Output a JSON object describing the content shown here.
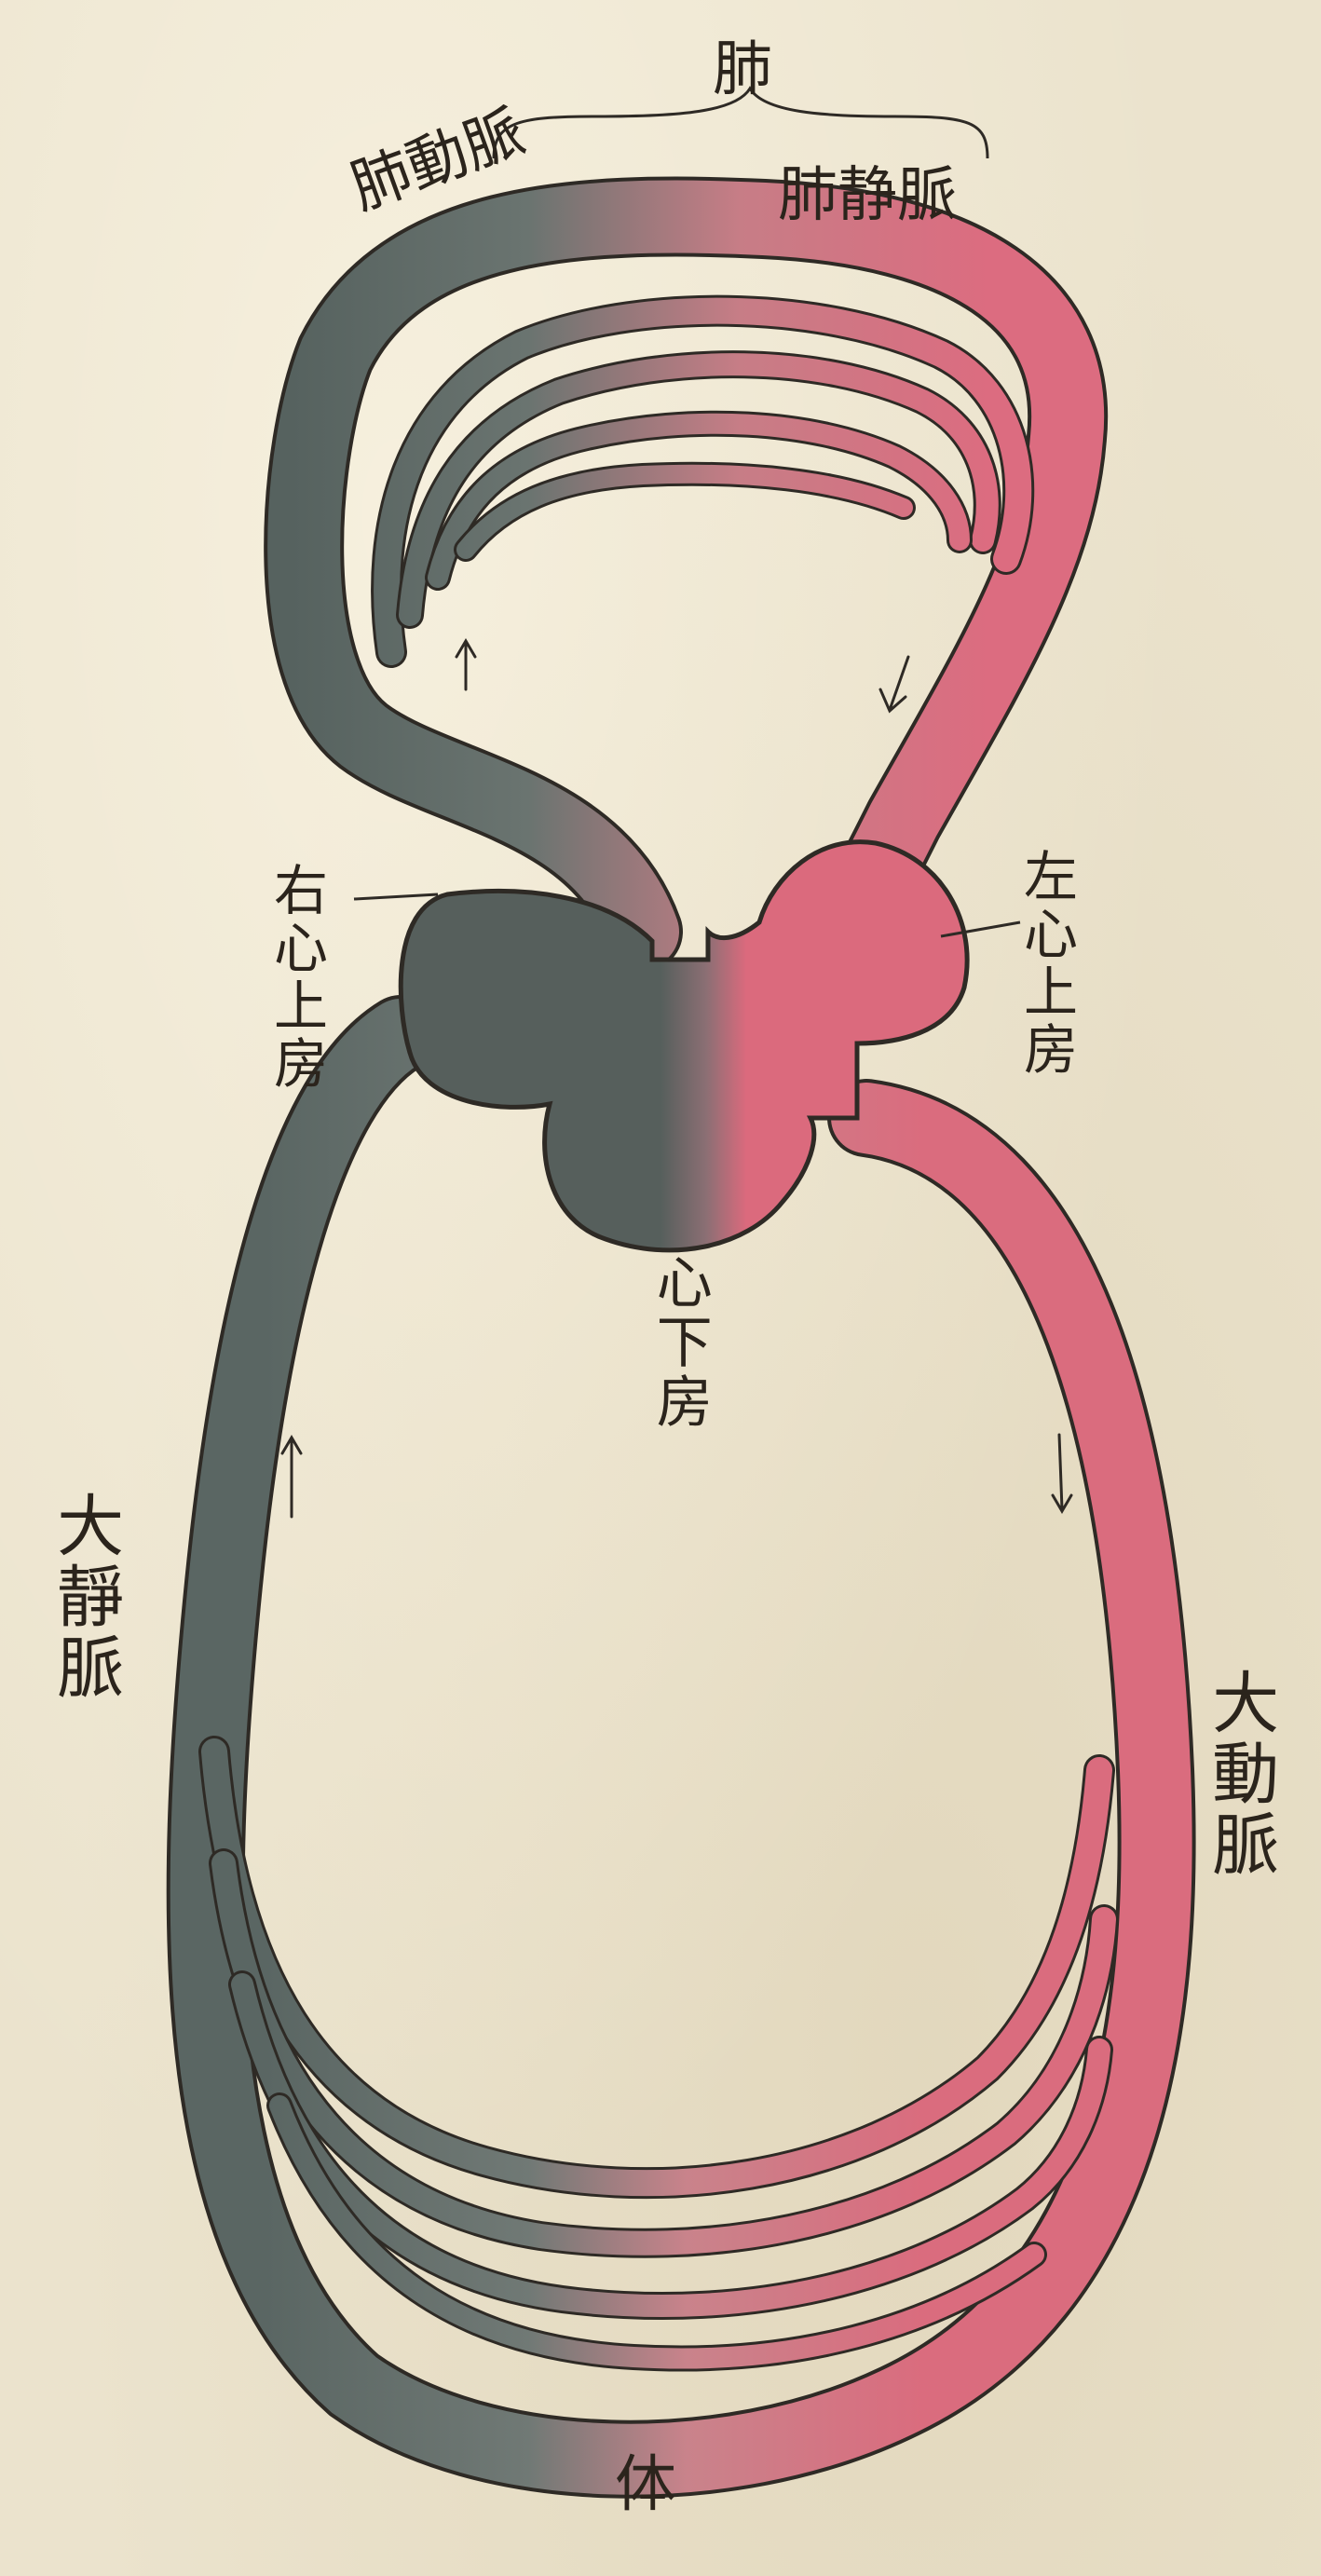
{
  "labels": {
    "lung": "肺",
    "pulmonary_artery": "肺動脈",
    "pulmonary_vein": "肺静脈",
    "right_atrium": "右心上房",
    "left_atrium": "左心上房",
    "ventricle": "心下房",
    "vena_cava": "大靜脈",
    "aorta": "大動脈",
    "body": "体"
  },
  "colors": {
    "venous": "#5d6a67",
    "arterial": "#d76b7e",
    "outline": "#2e2a25",
    "paper": "#ebe3cd"
  }
}
